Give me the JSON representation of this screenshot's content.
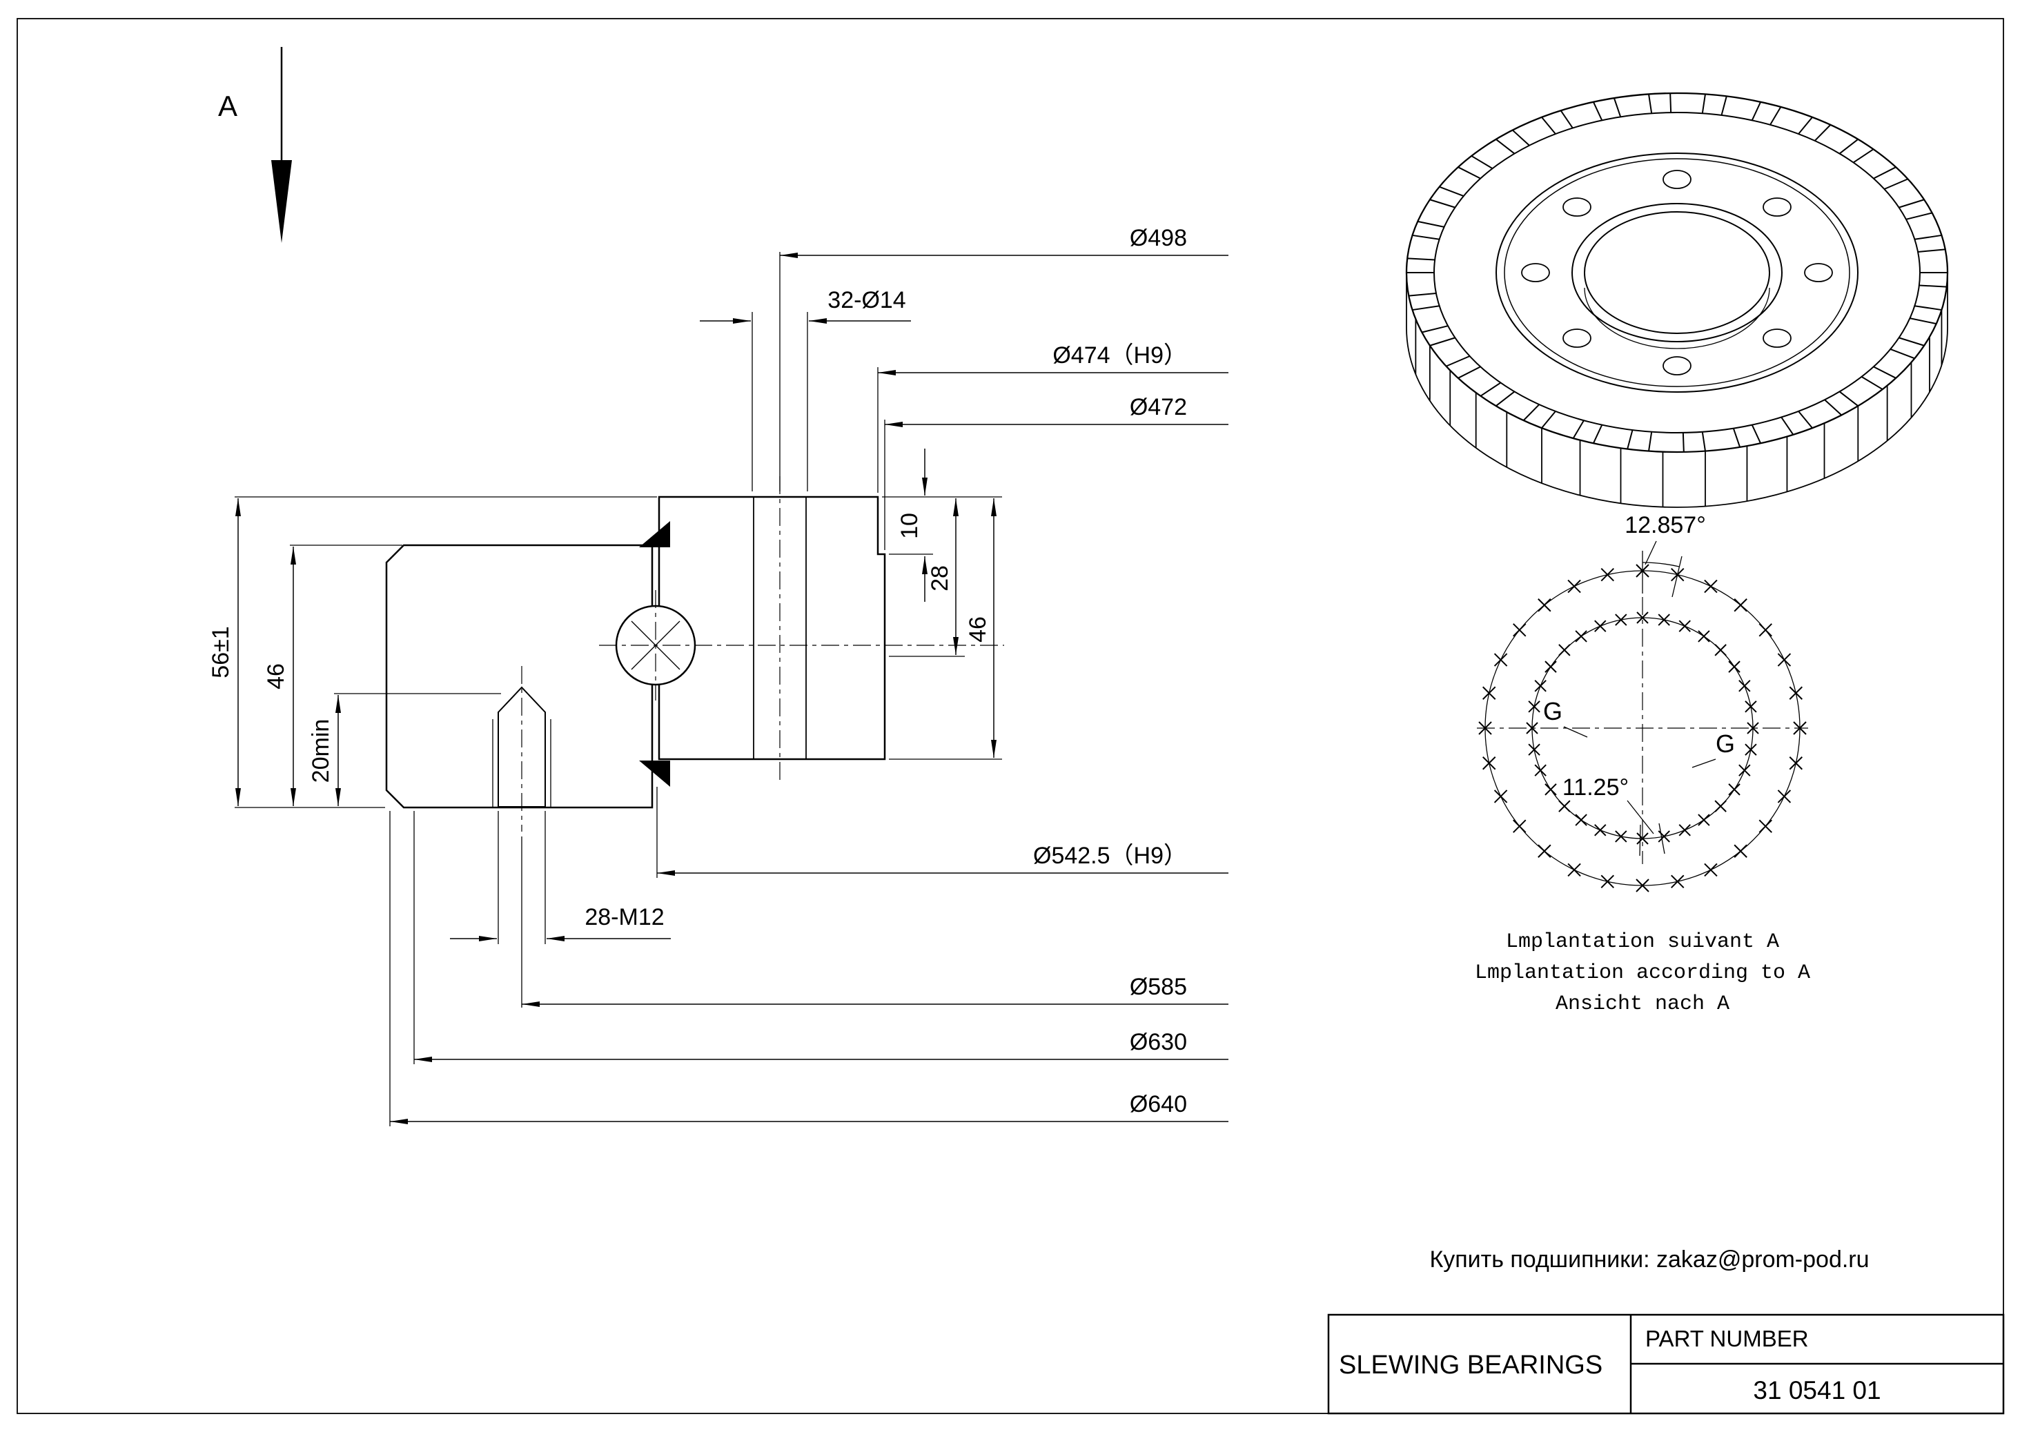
{
  "colors": {
    "ink": "#000000",
    "paper": "#ffffff"
  },
  "view_arrow": {
    "label": "A"
  },
  "section": {
    "dims": {
      "d498": "Ø498",
      "d32_o14": "32-Ø14",
      "d474_h9": "Ø474（H9）",
      "d472": "Ø472",
      "d10": "10",
      "d28": "28",
      "d46_inner": "46",
      "d56": "56±1",
      "d46_outer": "46",
      "d20min": "20min",
      "d542_h9": "Ø542.5（H9）",
      "d28_m12": "28-M12",
      "d585": "Ø585",
      "d630": "Ø630",
      "d640": "Ø640"
    }
  },
  "bolt_pattern": {
    "angle_outer": "12.857°",
    "angle_inner": "11.25°",
    "row_label_left": "G",
    "row_label_right": "G",
    "captions": [
      "Lmplantation suivant A",
      "Lmplantation according to A",
      "Ansicht nach A"
    ]
  },
  "footer": {
    "note": "Купить подшипники: zakaz@prom-pod.ru"
  },
  "title_block": {
    "product": "SLEWING BEARINGS",
    "part_number_label": "PART  NUMBER",
    "part_number": "31 0541 01"
  }
}
